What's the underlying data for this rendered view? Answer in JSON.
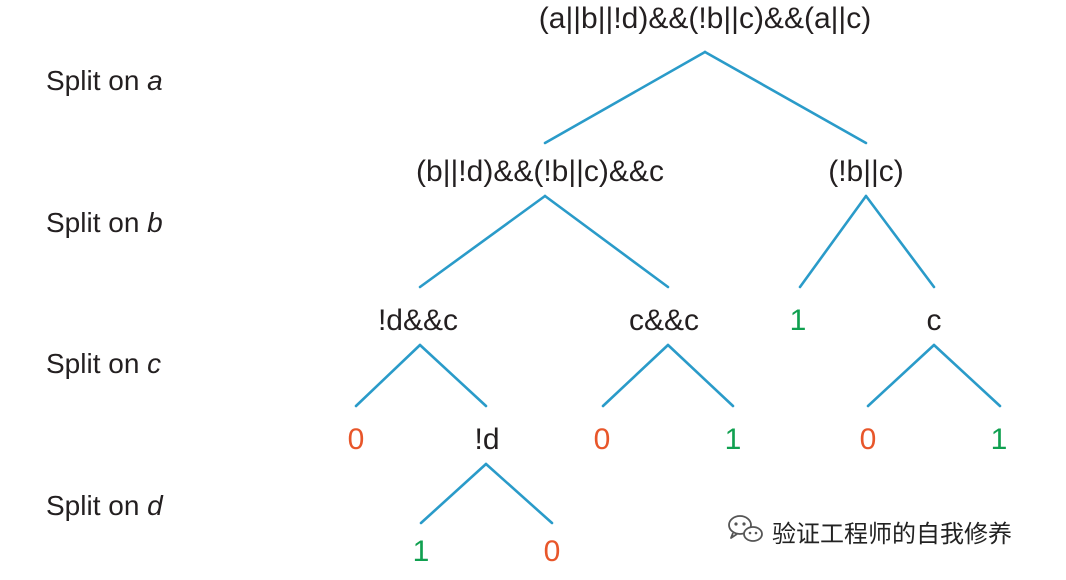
{
  "levels": [
    {
      "prefix": "Split on ",
      "var": "a"
    },
    {
      "prefix": "Split on ",
      "var": "b"
    },
    {
      "prefix": "Split on ",
      "var": "c"
    },
    {
      "prefix": "Split on ",
      "var": "d"
    }
  ],
  "nodes": {
    "root": "(a||b||!d)&&(!b||c)&&(a||c)",
    "n_a1": "(b||!d)&&(!b||c)&&c",
    "n_a0": "(!b||c)",
    "n_a1_b1": "!d&&c",
    "n_a1_b0": "c&&c",
    "n_a0_b1": "1",
    "n_a0_b0": "c",
    "l_a1_b1_c1": "0",
    "n_a1_b1_c0": "!d",
    "l_a1_b0_c1": "0",
    "l_a1_b0_c0": "1",
    "l_a0_b0_c1": "0",
    "l_a0_b0_c0": "1",
    "l_d1": "1",
    "l_d0": "0"
  },
  "watermark": {
    "icon": "wechat-icon",
    "text": "验证工程师的自我修养"
  },
  "colors": {
    "edge": "#2a9bc9",
    "one": "#10a050",
    "zero": "#e8562a",
    "text": "#231f20"
  }
}
